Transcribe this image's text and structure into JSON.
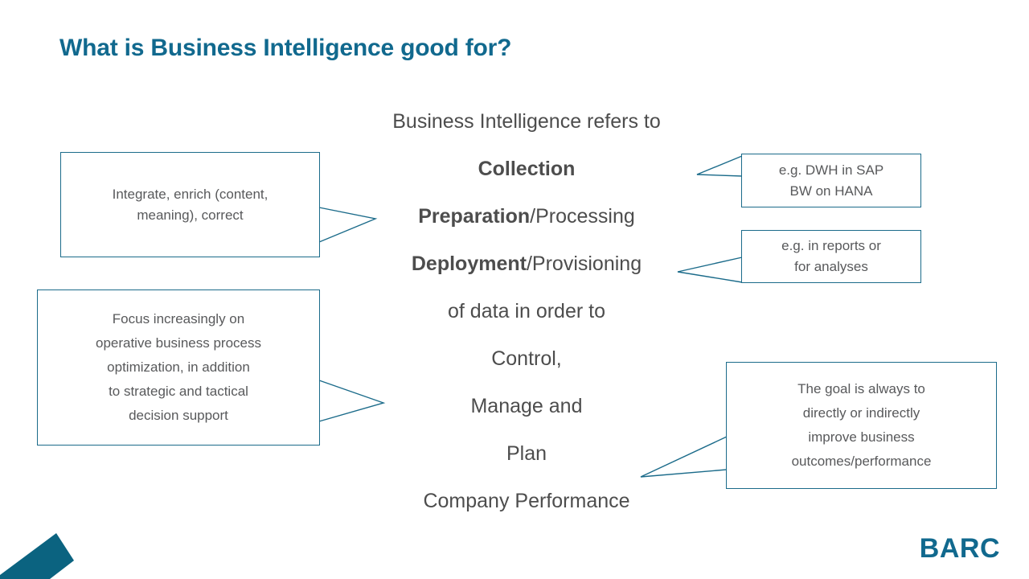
{
  "slide": {
    "title": "What is Business Intelligence good for?",
    "brand": "BARC",
    "accent_color": "#11698e",
    "body_text_color": "#4d4d4d",
    "callout_text_color": "#58595b",
    "callout_border_color": "#1b6b8a",
    "background_color": "#ffffff"
  },
  "center": {
    "line1": "Business Intelligence refers to",
    "line2_bold": "Collection",
    "line3_bold": "Preparation",
    "line3_rest": "/Processing",
    "line4_bold": "Deployment",
    "line4_rest": "/Provisioning",
    "line5": "of data in order to",
    "line6": "Control,",
    "line7": "Manage and",
    "line8": "Plan",
    "line9": "Company Performance"
  },
  "callouts": {
    "integrate": "Integrate, enrich (content,\nmeaning), correct",
    "focus": "Focus increasingly on\noperative business process\noptimization, in addition\nto strategic and tactical\ndecision support",
    "dwh": "e.g. DWH in SAP\nBW on HANA",
    "reports": "e.g. in reports or\nfor analyses",
    "goal": "The goal is always to\ndirectly or indirectly\nimprove business\noutcomes/performance"
  }
}
